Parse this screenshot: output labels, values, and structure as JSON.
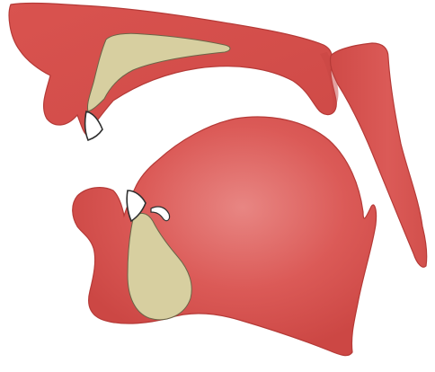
{
  "diagram": {
    "colors": {
      "tissue": "#d9534f",
      "tissue_shade": "#c84643",
      "tissue_highlight": "#e77572",
      "bone": "#d7cfa0",
      "outline": "#2f2f2f",
      "tooth": "#ffffff",
      "background": "#ffffff"
    },
    "parts": [
      {
        "id": "upper-jaw",
        "kind": "soft-tissue"
      },
      {
        "id": "maxilla",
        "kind": "bone"
      },
      {
        "id": "upper-incisor",
        "kind": "tooth"
      },
      {
        "id": "velum",
        "kind": "soft-tissue"
      },
      {
        "id": "pharyngeal-wall",
        "kind": "soft-tissue"
      },
      {
        "id": "tongue",
        "kind": "soft-tissue"
      },
      {
        "id": "mandible",
        "kind": "bone"
      },
      {
        "id": "lower-incisor",
        "kind": "tooth"
      }
    ]
  }
}
